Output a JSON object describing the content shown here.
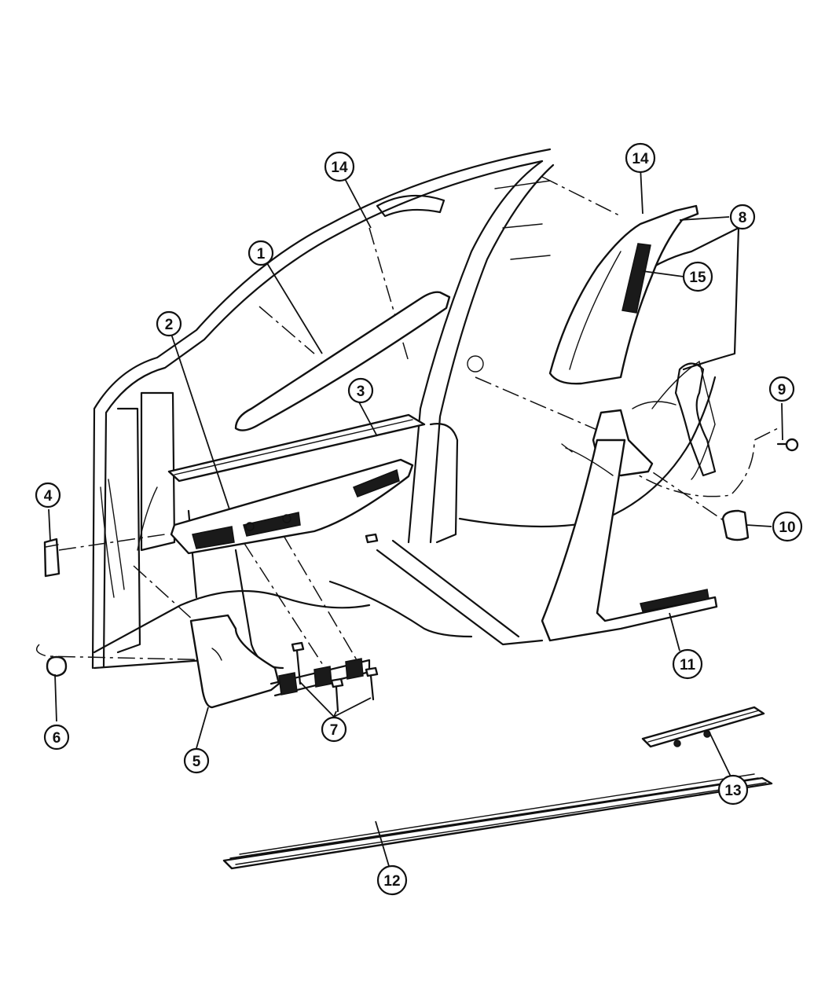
{
  "callouts": [
    {
      "label": "1"
    },
    {
      "label": "2"
    },
    {
      "label": "3"
    },
    {
      "label": "4"
    },
    {
      "label": "5"
    },
    {
      "label": "6"
    },
    {
      "label": "7"
    },
    {
      "label": "8"
    },
    {
      "label": "9"
    },
    {
      "label": "10"
    },
    {
      "label": "11"
    },
    {
      "label": "12"
    },
    {
      "label": "13"
    },
    {
      "label": "14"
    },
    {
      "label": "14"
    },
    {
      "label": "15"
    }
  ],
  "colors": {
    "line": "#111111",
    "background": "#ffffff"
  }
}
